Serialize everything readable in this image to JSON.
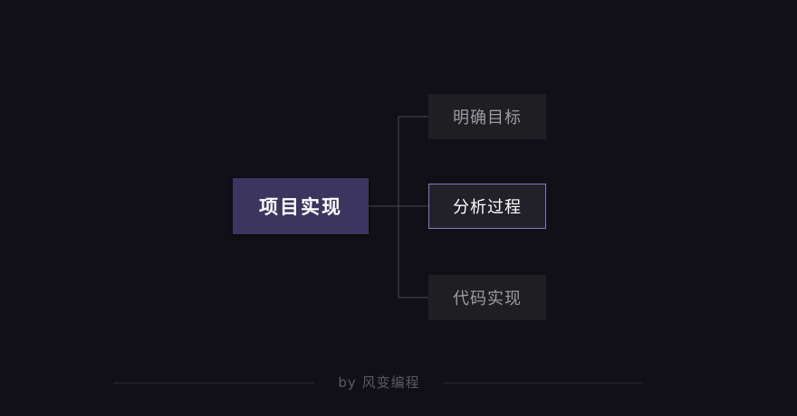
{
  "diagram": {
    "root": {
      "label": "项目实现"
    },
    "children": [
      {
        "label": "明确目标",
        "active": false
      },
      {
        "label": "分析过程",
        "active": true
      },
      {
        "label": "代码实现",
        "active": false
      }
    ]
  },
  "footer": {
    "credit": "by 风变编程"
  },
  "colors": {
    "background": "#111016",
    "root_fill": "#3c3560",
    "child_fill": "#1f1e23",
    "active_border": "#8677c7",
    "connector": "#4a4950"
  }
}
